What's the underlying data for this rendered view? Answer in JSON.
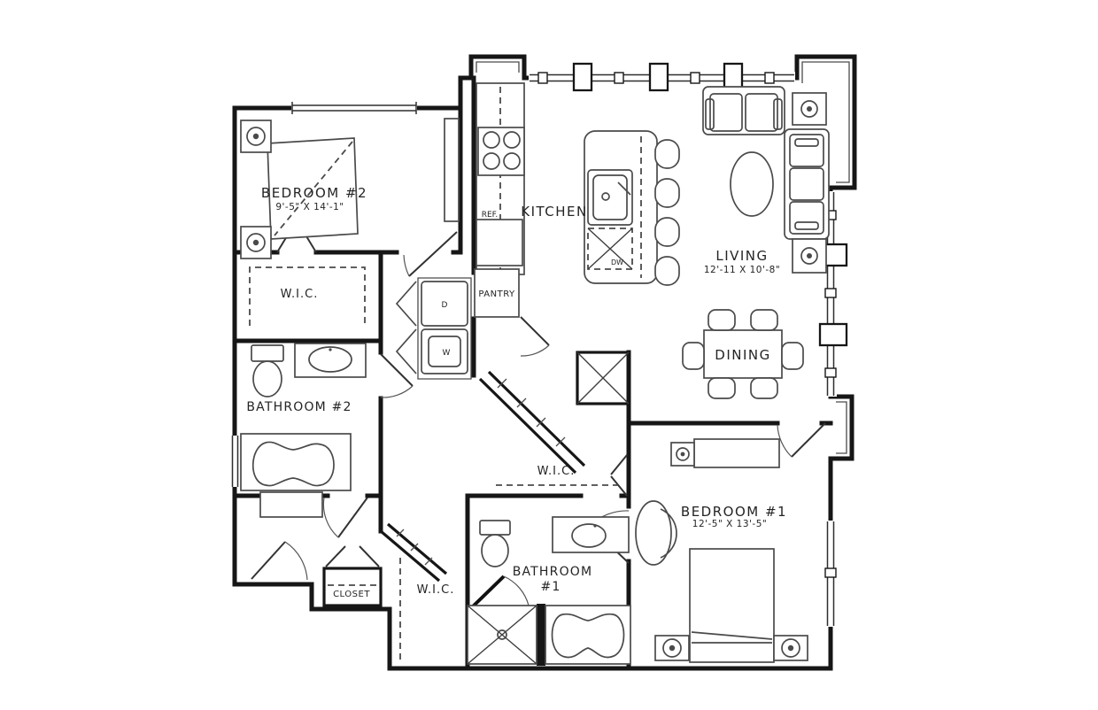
{
  "rooms": {
    "bedroom2": {
      "name": "BEDROOM #2",
      "dims": "9'-5\" X 14'-1\""
    },
    "wic2": {
      "name": "W.I.C."
    },
    "bathroom2": {
      "name": "BATHROOM #2"
    },
    "kitchen": {
      "name": "KITCHEN"
    },
    "pantry": {
      "name": "PANTRY"
    },
    "living": {
      "name": "LIVING",
      "dims": "12'-11 X 10'-8\""
    },
    "dining": {
      "name": "DINING"
    },
    "wic_hall": {
      "name": "W.I.C."
    },
    "bathroom1": {
      "name": "BATHROOM",
      "number": "#1"
    },
    "wic1": {
      "name": "W.I.C."
    },
    "closet": {
      "name": "CLOSET"
    },
    "bedroom1": {
      "name": "BEDROOM #1",
      "dims": "12'-5\" X 13'-5\""
    }
  },
  "appliances": {
    "refrigerator": "REF.",
    "dryer": "D",
    "washer": "W",
    "dishwasher": "DW"
  },
  "colors": {
    "wall": "#161616",
    "line": "#4a4a4a",
    "background": "#ffffff"
  }
}
